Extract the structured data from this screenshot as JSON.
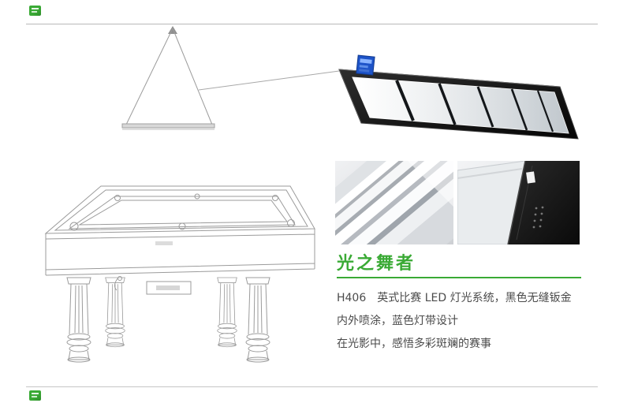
{
  "meta": {
    "accent_green": "#3aaa35",
    "label_blue": "#1d53c8",
    "fixture_black": "#0a0a0a",
    "line_gray": "#9b9b9b"
  },
  "section": {
    "title": "光之舞者",
    "description_lines": [
      "H406　英式比赛 LED 灯光系统，黑色无缝钣金",
      "内外喷涂，蓝色灯带设计",
      "在光影中，感悟多彩斑斓的赛事"
    ]
  },
  "figures": {
    "lamp_drawing": "suspended-lamp-line-drawing",
    "table_drawing": "billiard-table-line-drawing",
    "panel_photo": "black-led-panel-photo",
    "frame_detail": "white-frame-layers-detail-photo",
    "corner_detail": "black-corner-detail-photo"
  }
}
